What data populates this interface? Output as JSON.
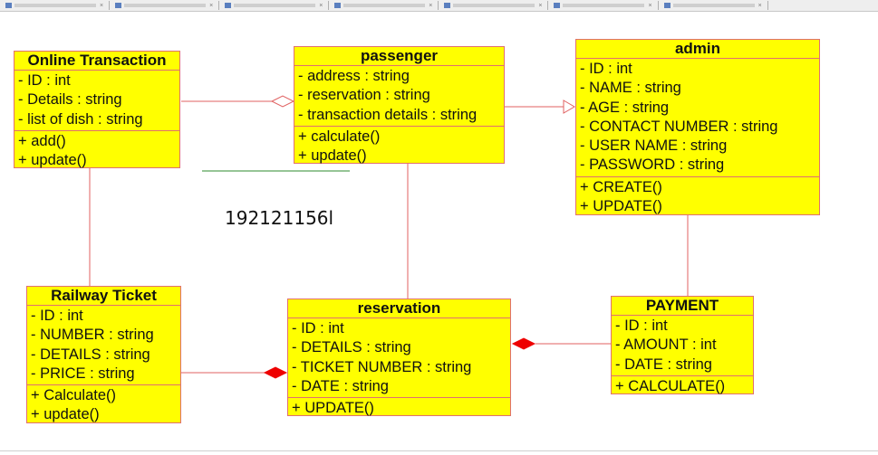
{
  "classes": {
    "online_transaction": {
      "title": "Online Transaction",
      "attributes": [
        "- ID : int",
        "- Details : string",
        "- list of dish : string"
      ],
      "methods": [
        "+ add()",
        "+ update()"
      ]
    },
    "passenger": {
      "title": "passenger",
      "attributes": [
        "- address : string",
        "- reservation : string",
        "- transaction details : string"
      ],
      "methods": [
        "+ calculate()",
        "+ update()"
      ]
    },
    "admin": {
      "title": "admin",
      "attributes": [
        "- ID : int",
        "- NAME : string",
        "- AGE : string",
        "- CONTACT NUMBER : string",
        "- USER NAME : string",
        "- PASSWORD : string"
      ],
      "methods": [
        "+ CREATE()",
        "+ UPDATE()"
      ]
    },
    "railway_ticket": {
      "title": "Railway Ticket",
      "attributes": [
        "- ID : int",
        "- NUMBER : string",
        "- DETAILS : string",
        "- PRICE : string"
      ],
      "methods": [
        "+ Calculate()",
        "+ update()"
      ]
    },
    "reservation": {
      "title": "reservation",
      "attributes": [
        "- ID : int",
        "- DETAILS : string",
        "- TICKET NUMBER : string",
        "- DATE : string"
      ],
      "methods": [
        "+ UPDATE()"
      ]
    },
    "payment": {
      "title": "PAYMENT",
      "attributes": [
        "- ID : int",
        "- AMOUNT : int",
        "- DATE : string"
      ],
      "methods": [
        "+ CALCULATE()"
      ]
    }
  },
  "annotation": "192121156l",
  "colors": {
    "class_fill": "#ffff00",
    "class_border": "#e07070",
    "link": "#e06060",
    "diamond_filled": "#ee0000",
    "underline": "#2e8b2e"
  }
}
